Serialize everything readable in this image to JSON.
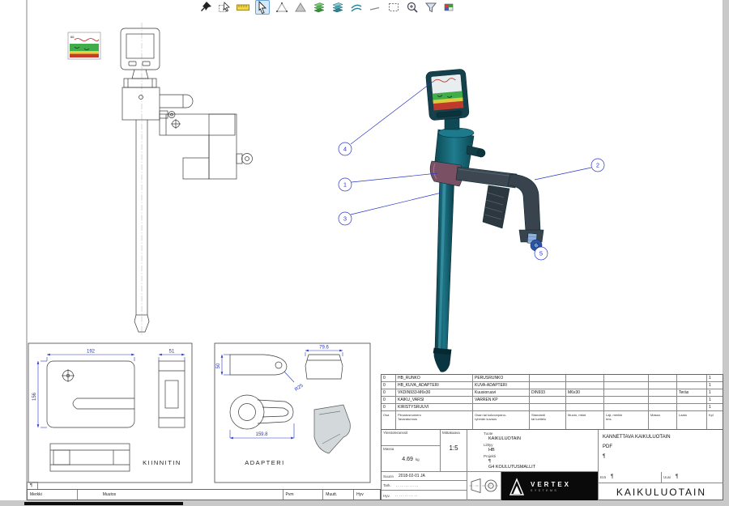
{
  "toolbar": {
    "icon_names": [
      "pin-icon",
      "cursor-box-icon",
      "ruler-icon",
      "select-arrow-icon",
      "triangle-outline-icon",
      "triangle-shaded-icon",
      "layers-green-icon",
      "layers-teal-icon",
      "swoosh-icon",
      "dash-icon",
      "marquee-icon",
      "zoom-in-icon",
      "filter-icon",
      "checker-icon"
    ],
    "active_tool": "select-arrow-icon"
  },
  "sonar": {
    "reading": "66"
  },
  "balloons": {
    "b1": "1",
    "b2": "2",
    "b3": "3",
    "b4": "4",
    "b5": "5"
  },
  "details": {
    "kiinnitin": {
      "label": "KIINNITIN",
      "dim_width": "192",
      "dim_side": "51",
      "dim_height": "156"
    },
    "adapteri": {
      "label": "ADAPTERI",
      "dim_top": "79.6",
      "dim_left": "50",
      "dim_radius": "R25",
      "dim_length": "159.8"
    }
  },
  "parts": {
    "headers": {
      "osa": "Osa",
      "num1": "Piirustusnumero",
      "num2": "Tavaratunnus",
      "desc1": "Osan tai kokoonpano-",
      "desc2": "ryhmän kuvaus",
      "std1": "Standardi",
      "std2": "tai luettelo",
      "dim1": "Muoto, mitat",
      "dim2": "",
      "laji1": "Laji, merkki",
      "laji2": "tms.",
      "massa": "Massa",
      "laatu": "Laatu",
      "kpl": "Kpl"
    },
    "rows": [
      {
        "osa": "0",
        "num": "HB_RUNKO",
        "desc": "PERUSRUNKO",
        "std": "",
        "dim": "",
        "laji": "",
        "massa": "",
        "laatu": "",
        "kpl": "1"
      },
      {
        "osa": "0",
        "num": "HB_KUVA_ADAPTERI",
        "desc": "KUVA-ADAPTERI",
        "std": "",
        "dim": "",
        "laji": "",
        "massa": "",
        "laatu": "",
        "kpl": "1"
      },
      {
        "osa": "0",
        "num": "VKDIN933-M6x30",
        "desc": "Kuusioruuvi",
        "std": "DIN933",
        "dim": "M6x30",
        "laji": "",
        "massa": "",
        "laatu": "Teräs",
        "kpl": "1"
      },
      {
        "osa": "0",
        "num": "KAIKU_VARSI",
        "desc": "VARREN KP",
        "std": "",
        "dim": "",
        "laji": "",
        "massa": "",
        "laatu": "",
        "kpl": "1"
      },
      {
        "osa": "0",
        "num": "KIRISTYSRUUVI",
        "desc": "",
        "std": "",
        "dim": "",
        "laji": "",
        "massa": "",
        "laatu": "",
        "kpl": "1"
      }
    ]
  },
  "titleblock": {
    "yleis": "Yleistoleranssit",
    "mitta_label": "Mittakaava",
    "mitta": "1:5",
    "massa_label": "Massa",
    "massa": "4.69",
    "massa_unit": "kg",
    "suunn_label": "Suunn",
    "suunn": "2018-02-01 JA",
    "tark_label": "Tark.",
    "tark": "............",
    "hyv_label": "Hyv.",
    "hyv": "............",
    "tuote_label": "Tuote",
    "tuote": "KAIKULUOTAIN",
    "liittyy_label": "Liittyy",
    "liittyy": "HB",
    "projekti_label": "Projekti",
    "pilcrow": "¶",
    "projekti": "G4  KOULUTUSMALLIT",
    "product": "KANNETTAVA KAIKULUOTAIN",
    "doc": "PDF",
    "era_label": "Erä",
    "uusi_label": "Uusi",
    "title": "KAIKULUOTAIN",
    "brand": "VERTEX",
    "brand_sub": "SYSTEMS"
  },
  "revision": {
    "merkki": "Merkki",
    "muutos": "Muutos",
    "pvm": "Pvm",
    "muutt": "Muutt.",
    "hyv": "Hyv",
    "pilcrow": "¶"
  },
  "colors": {
    "dimension_blue": "#2936c8",
    "model_teal": "#176d7d",
    "model_slate": "#3c4752",
    "model_mauve": "#7a5164",
    "knob_blue": "#2b55a8",
    "select_highlight": "#d6e9fb"
  }
}
